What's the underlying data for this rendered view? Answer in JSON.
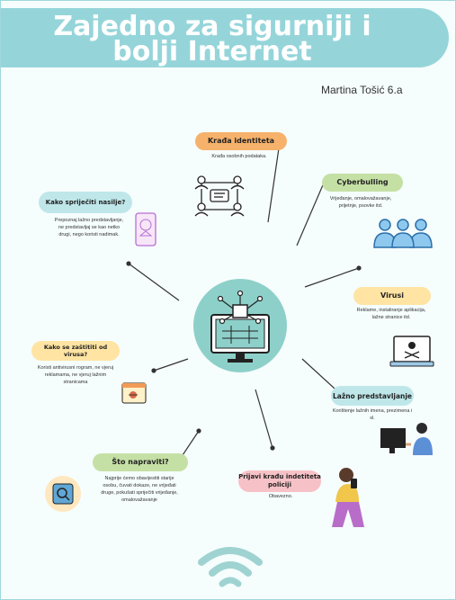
{
  "title": {
    "line1": "Zajedno za sigurniji i",
    "line2": "bolji Internet"
  },
  "author": "Martina Tošić 6.a",
  "colors": {
    "teal": "#95d5da",
    "hub": "#8dd0c9",
    "orange": "#f6b26b",
    "green": "#c5e0a5",
    "yellow": "#ffe4a3",
    "pink": "#f7c2c7",
    "lightTeal": "#bfe7ea"
  },
  "nodes": {
    "identity_theft": {
      "label": "Krađa identiteta",
      "desc": "Krađa osobnih podataka."
    },
    "cyberbullying": {
      "label": "Cyberbulling",
      "desc": "Vrijeđanje, omalovažavanje, prijetnje, psovke itd."
    },
    "prevent": {
      "label": "Kako spriječiti nasilje?",
      "desc": "Prepoznaj lažno predstavljanje, ne predstavljaj se kao netko drugi, nego koristi nadimak."
    },
    "viruses": {
      "label": "Virusi",
      "desc": "Reklame, instaliranje aplikacija, lažne stranice itd."
    },
    "protect": {
      "label": "Kako se zaštititi od virusa?",
      "desc": "Koristi antivirusni rogram, ne vjeruj reklamama, ne vjeruj lažnim stranicama"
    },
    "impersonation": {
      "label": "Lažno predstavljanje",
      "desc": "Korištenje lažnih imena, prezimena i sl."
    },
    "what_to_do": {
      "label": "Što napraviti?",
      "desc": "Najprije ćemo obavijestiti starije osobu, čuvati dokaze, ne vrijeđati druge, pokušati spriječiti vrijeđanje, omalovažavanje"
    },
    "report": {
      "label": "Prijavi krađu indetiteta policiji",
      "desc": "Obavezno."
    }
  }
}
